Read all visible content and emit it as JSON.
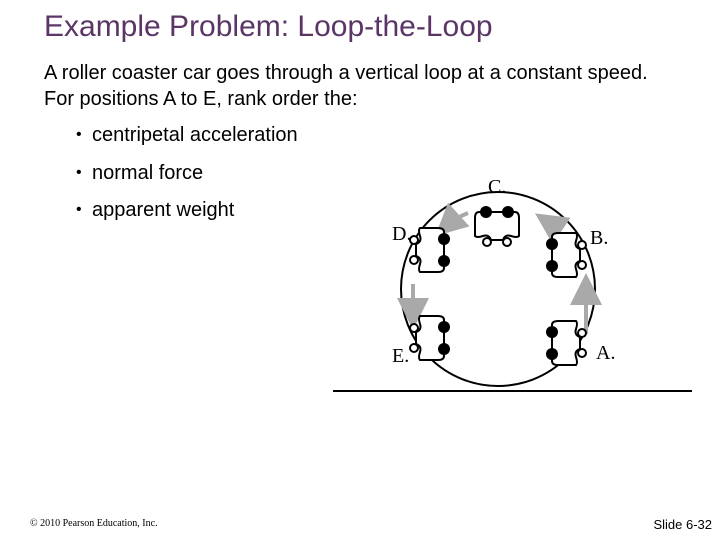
{
  "slide": {
    "title": "Example Problem: Loop-the-Loop",
    "intro": "A roller coaster car goes through a vertical loop at a constant speed. For positions A to E, rank order the:",
    "bullets": [
      "centripetal acceleration",
      "normal force",
      "apparent weight"
    ],
    "footer_left": "© 2010 Pearson Education, Inc.",
    "footer_right": "Slide 6-32"
  },
  "diagram": {
    "labels": {
      "A": "A.",
      "B": "B.",
      "C": "C.",
      "D": "D.",
      "E": "E."
    }
  },
  "colors": {
    "title": "#5a3566",
    "arrow": "#a9a9a9"
  }
}
